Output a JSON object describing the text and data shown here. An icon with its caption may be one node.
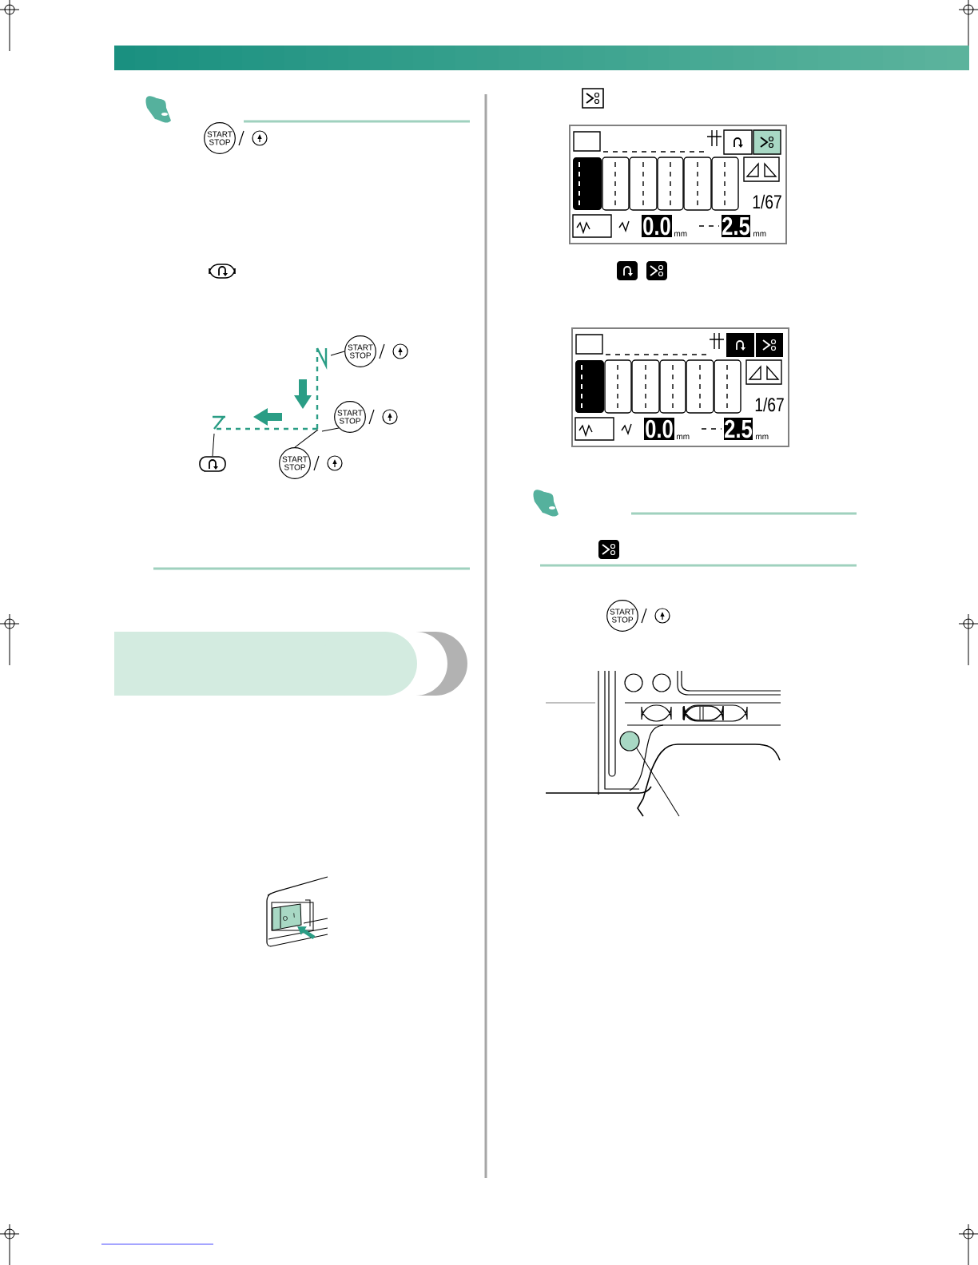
{
  "diagram": {
    "nodes": [
      {
        "text": [
          "START STOP"
        ]
      },
      {
        "text": [
          "START STOP"
        ]
      },
      {
        "text": [
          "START STOP"
        ]
      },
      {
        "text": [],
        "shape": "box"
      },
      {
        "text": [
          "START STOP"
        ]
      },
      {
        "text": [
          "START STOP"
        ]
      },
      {
        "text": [],
        "shape": "circle"
      }
    ],
    "edges": [
      {
        "from": null,
        "to": 1,
        "arrow": "none"
      },
      {
        "from": null,
        "to": 2,
        "arrow": "none"
      },
      {
        "from": null,
        "to": 3,
        "arrow": "none"
      },
      {
        "from": null,
        "to": 4,
        "arrow": "none"
      },
      {
        "from": 6,
        "to": null,
        "arrow": "none"
      }
    ],
    "labels": [
      "1/67",
      "0.0",
      "mm",
      "2.5",
      "mm",
      "1/67",
      "0.0",
      "mm",
      "2.5",
      "mm",
      "O",
      "I"
    ]
  }
}
